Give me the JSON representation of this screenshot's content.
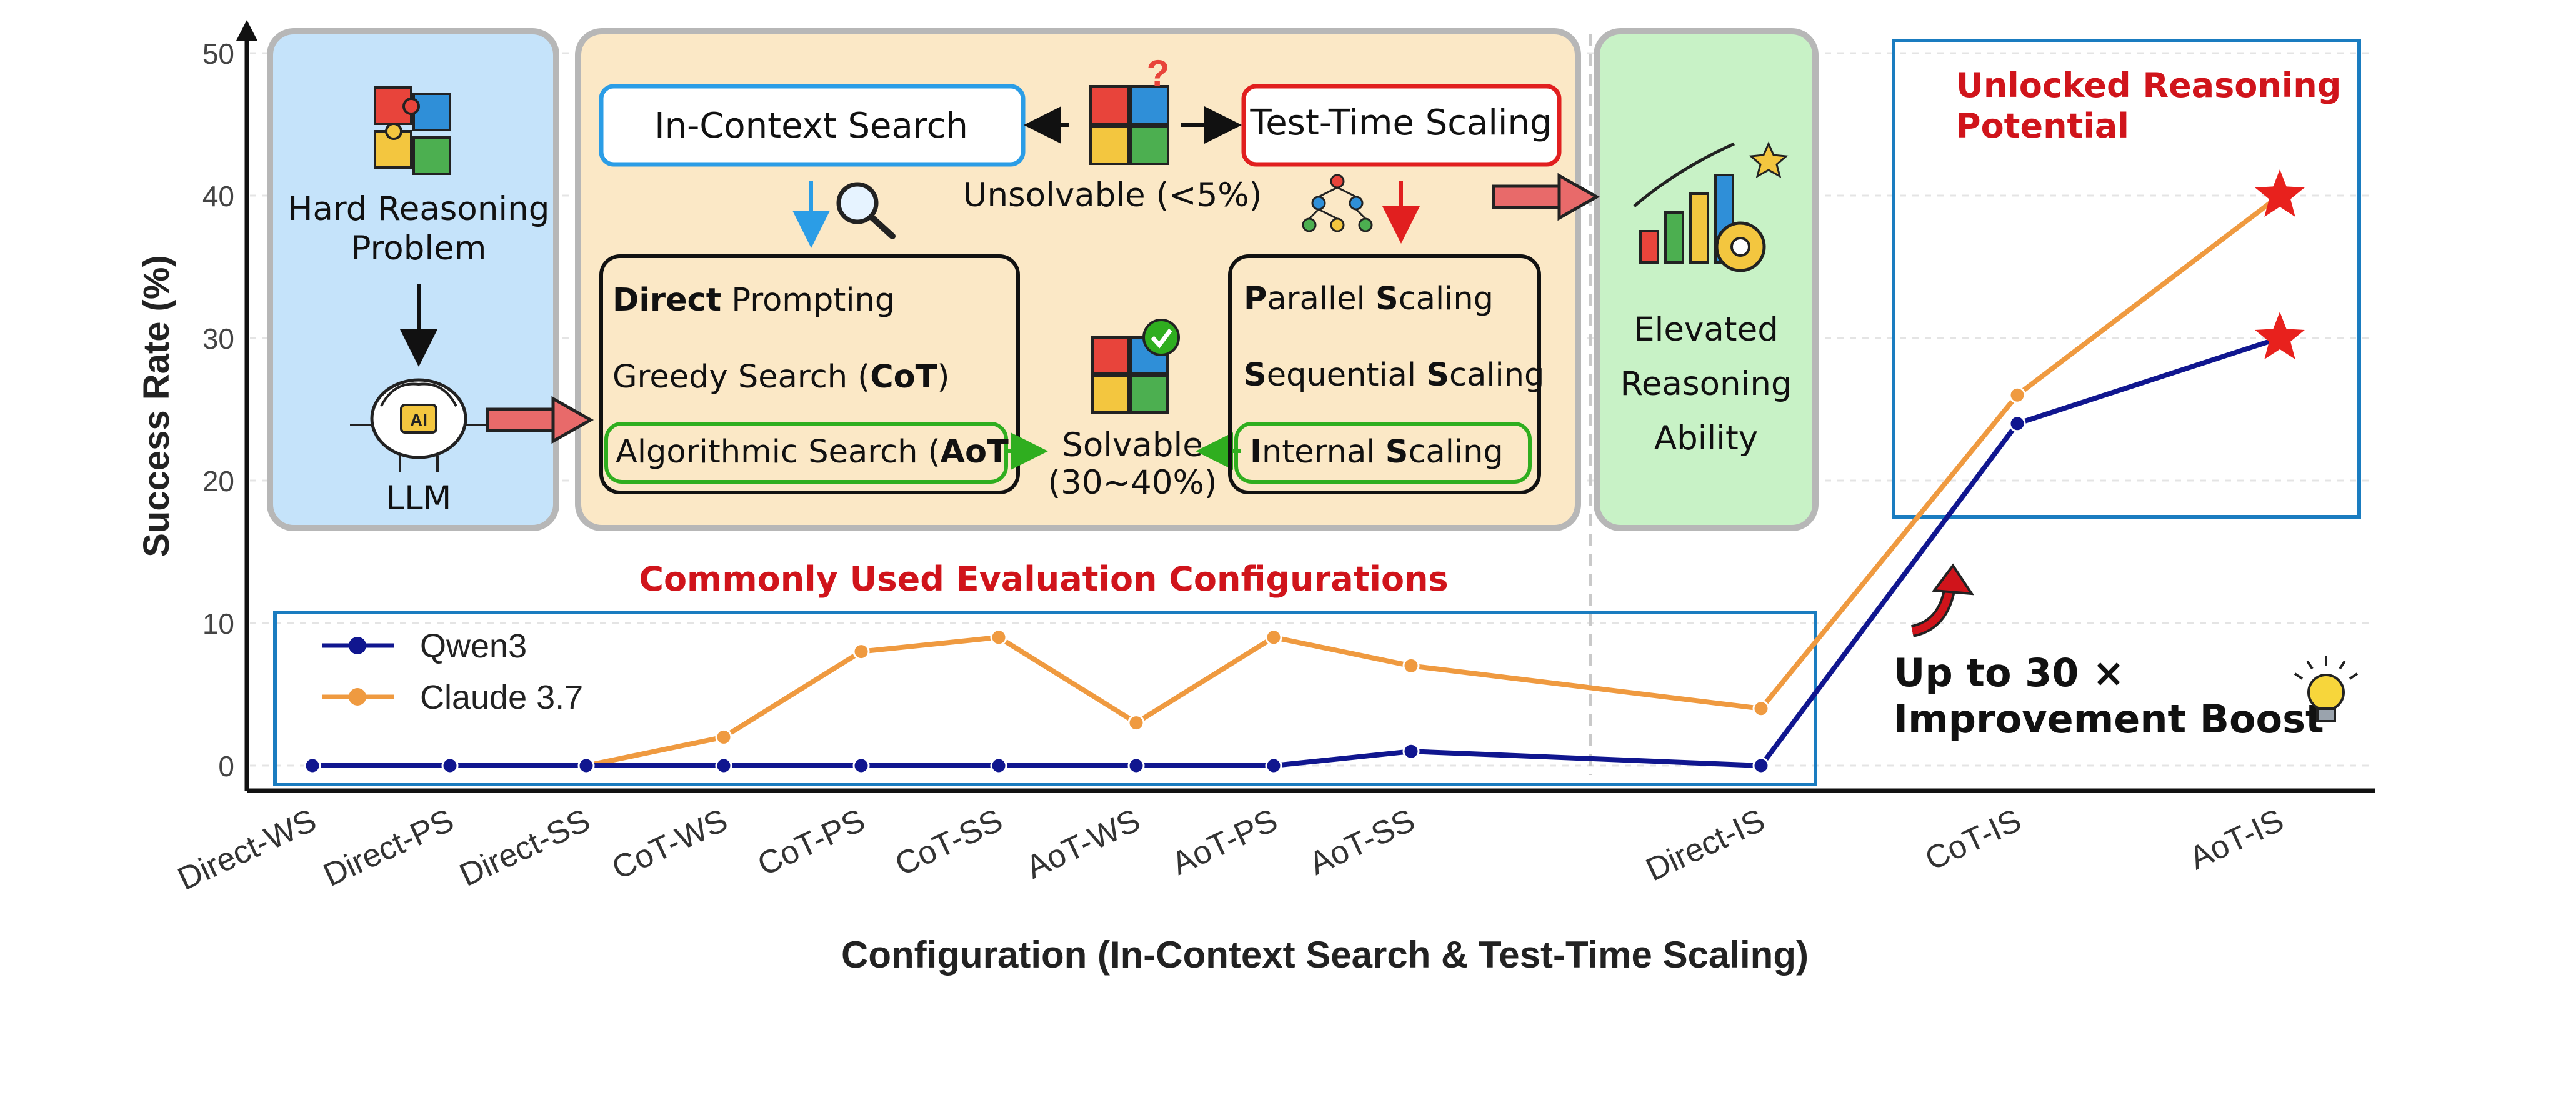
{
  "chart_data": {
    "type": "line",
    "categories": [
      "Direct-WS",
      "Direct-PS",
      "Direct-SS",
      "CoT-WS",
      "CoT-PS",
      "CoT-SS",
      "AoT-WS",
      "AoT-PS",
      "AoT-SS",
      "Direct-IS",
      "CoT-IS",
      "AoT-IS"
    ],
    "series": [
      {
        "name": "Qwen3",
        "color": "#10168f",
        "values": [
          0,
          0,
          0,
          0,
          0,
          0,
          0,
          0,
          1,
          0,
          24,
          30
        ]
      },
      {
        "name": "Claude 3.7",
        "color": "#ef9a40",
        "values": [
          0,
          0,
          0,
          2,
          8,
          9,
          3,
          9,
          7,
          4,
          26,
          40
        ]
      }
    ],
    "xlabel": "Configuration (In-Context Search & Test-Time Scaling)",
    "ylabel": "Success Rate (%)",
    "ylim": [
      0,
      50
    ],
    "yticks": [
      0,
      10,
      20,
      30,
      40,
      50
    ],
    "grid": "horizontal, light dashed",
    "legend": "inside lower-left",
    "star_markers": [
      "CoT-IS not starred",
      "AoT-IS starred for both series"
    ],
    "star_color": "#e8211d"
  },
  "diagram": {
    "left_box": {
      "problem_label_line1": "Hard Reasoning",
      "problem_label_line2": "Problem",
      "llm_label": "LLM",
      "ai_chip_text": "AI"
    },
    "middle_box": {
      "in_context_search": "In-Context Search",
      "test_time_scaling": "Test-Time Scaling",
      "unsolvable": "Unsolvable (<5%)",
      "solvable_line1": "Solvable",
      "solvable_line2": "(30~40%)",
      "left_list": [
        {
          "bold": "Direct",
          "rest": " Prompting"
        },
        {
          "pre": "Greedy Search (",
          "bold": "CoT",
          "post": ")"
        },
        {
          "pre": "Algorithmic Search (",
          "bold": "AoT",
          "post": ")"
        }
      ],
      "right_list": [
        {
          "b1": "P",
          "t1": "arallel ",
          "b2": "S",
          "t2": "caling"
        },
        {
          "b1": "S",
          "t1": "equential ",
          "b2": "S",
          "t2": "caling"
        },
        {
          "b1": "I",
          "t1": "nternal ",
          "b2": "S",
          "t2": "caling"
        }
      ]
    },
    "right_box": {
      "line1": "Elevated",
      "line2": "Reasoning",
      "line3": "Ability"
    },
    "commonly_used": "Commonly Used Evaluation Configurations",
    "unlocked_line1": "Unlocked Reasoning",
    "unlocked_line2": "Potential",
    "boost_line1": "Up to 30 ×",
    "boost_line2": "Improvement Boost"
  },
  "colors": {
    "blue_panel": "#c5e3fa",
    "orange_panel": "#fbe8c6",
    "green_panel": "#c8f2c6",
    "panel_border": "#b7b7b7",
    "highlight_blue": "#1a7cc0",
    "title_red": "#d0141b",
    "green_accent": "#2fae1f",
    "in_context_blue": "#2b9de6",
    "tts_red": "#e11f1f"
  }
}
